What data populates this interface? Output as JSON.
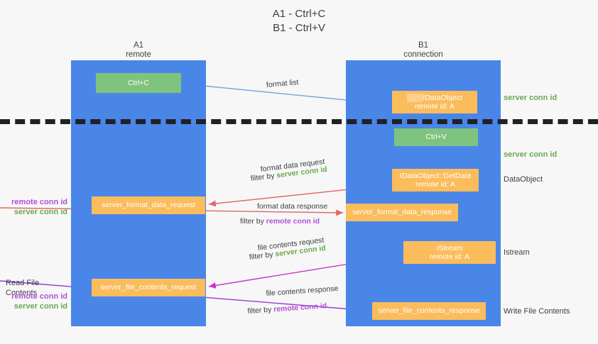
{
  "title": {
    "line1": "A1 - Ctrl+C",
    "line2": "B1 - Ctrl+V"
  },
  "columns": [
    {
      "id": "A1",
      "name": "A1",
      "role": "remote"
    },
    {
      "id": "B1",
      "name": "B1",
      "role": "connection"
    }
  ],
  "colors": {
    "lane": "#4a86e8",
    "green_box": "#7ec47e",
    "orange_box": "#fbbc5c",
    "green_text": "#6aa84f",
    "magenta_text": "#b14fd8",
    "divider": "#202124",
    "blue_arrow": "#6fa8dc",
    "red_arrow": "#e06666",
    "magenta_arrow": "#c936c9",
    "black_arrow": "#000000",
    "background": "#f7f7f7"
  },
  "boxes": {
    "ctrl_c": "Ctrl+C",
    "ctrl_v": "Ctrl+V",
    "idataobject": {
      "line1": "▒▒▒IDataObject",
      "line2": "remote id: A"
    },
    "idataobject_getdata": {
      "line1": "IDataObject::GetData",
      "line2": "remote id: A"
    },
    "istream": {
      "line1": "IStream",
      "line2": "remote id: A"
    },
    "server_format_data_request": "server_format_data_request",
    "server_format_data_response": "server_format_data_response",
    "server_file_contents_request": "server_file_contents_request",
    "server_file_contents_response": "server_file_contents_response"
  },
  "arrow_labels": {
    "format_list": "format list",
    "format_data_request": "format data request",
    "format_data_request_filter_prefix": "filter by ",
    "format_data_request_filter_id": "server conn id",
    "format_data_response": "format data response",
    "format_data_response_filter_prefix": "filter by ",
    "format_data_response_filter_id": "remote conn id",
    "file_contents_request": "file contents request",
    "file_contents_request_filter_prefix": "filter by ",
    "file_contents_request_filter_id": "server conn id",
    "file_contents_response": "file contents response",
    "file_contents_response_filter_prefix": "filter by ",
    "file_contents_response_filter_id": "remote conn id"
  },
  "side_labels": {
    "server_conn_id_top": "server conn id",
    "server_conn_id_second": "server conn id",
    "dataobject": "DataObject",
    "istream": "Istream",
    "write_file_contents": "Write File Contents",
    "read_file_contents": "Read File Contents",
    "remote_conn_id": "remote conn id",
    "server_conn_id": "server conn id"
  }
}
